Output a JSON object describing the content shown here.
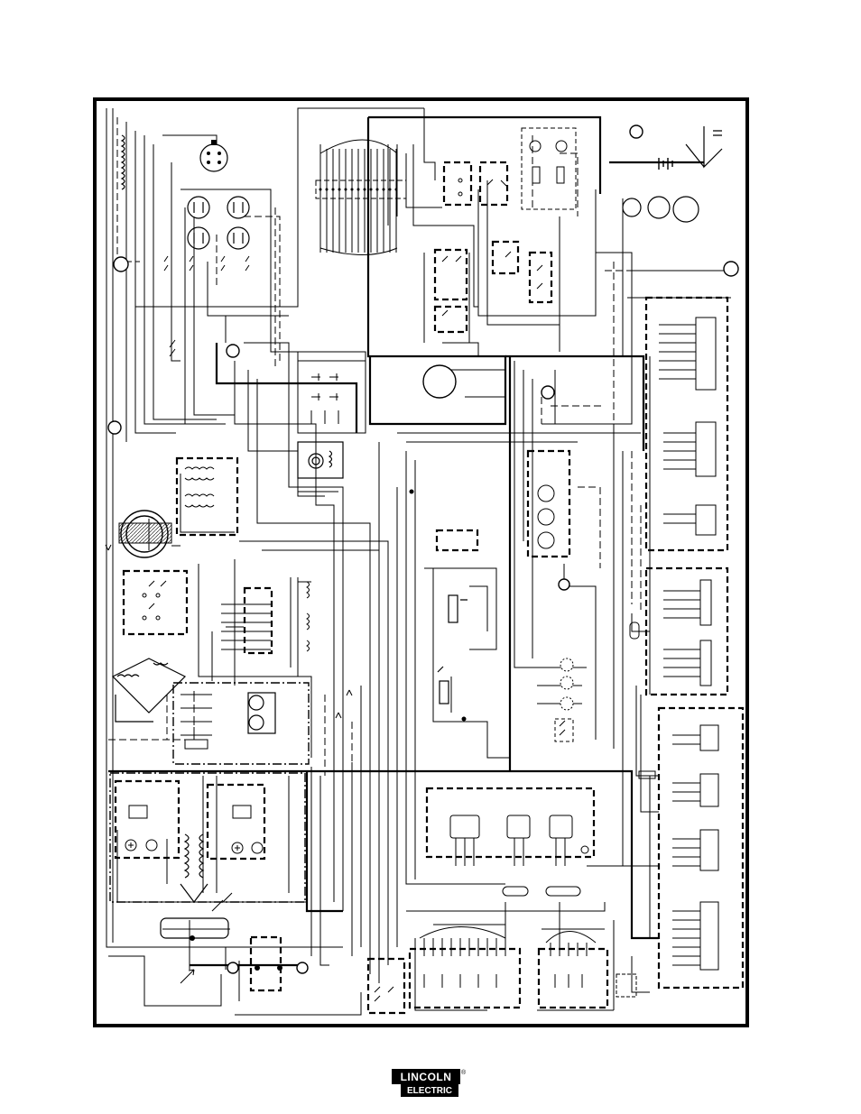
{
  "brand": {
    "line1": "LINCOLN",
    "line2": "ELECTRIC",
    "mark": "®"
  },
  "diagram": {
    "icons": [
      "schematic-wiring-diagram",
      "relay-icon",
      "transformer-icon",
      "meter-icon",
      "terminal-strip-icon",
      "rectifier-bridge-icon",
      "motor-icon",
      "battery-icon",
      "ground-icon"
    ]
  }
}
